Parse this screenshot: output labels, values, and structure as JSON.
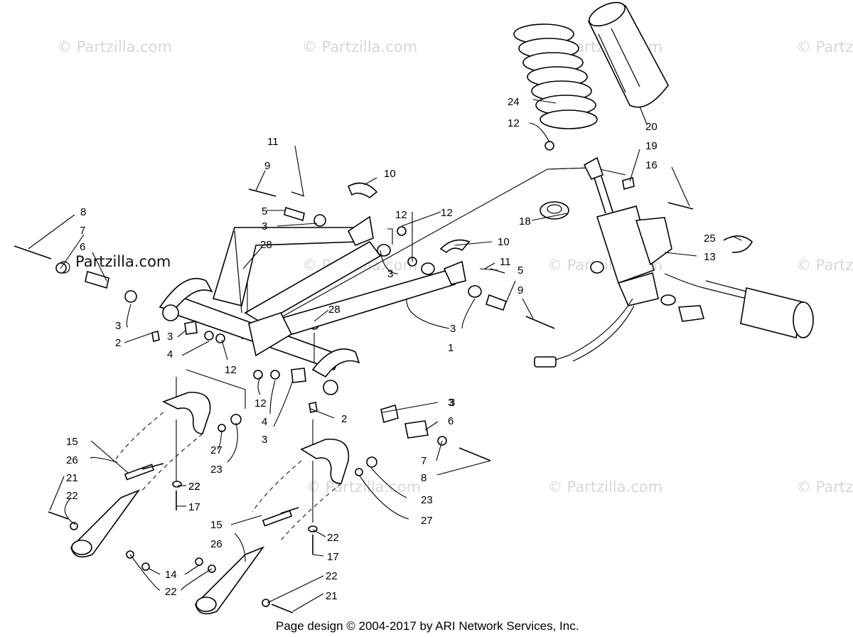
{
  "watermarks": [
    "© Partzilla.com",
    "© Partzilla.com",
    "© Partzilla.com",
    "© Partzilla.com",
    "© Partzilla.com",
    "© Partzilla.com",
    "© Partzilla.com",
    "© Partzilla.com",
    "© Partzilla.com"
  ],
  "watermark_dark": "Partzilla.com",
  "callouts": [
    "1",
    "2",
    "2",
    "3",
    "3",
    "3",
    "3",
    "3",
    "3",
    "3",
    "3",
    "4",
    "4",
    "5",
    "5",
    "6",
    "6",
    "7",
    "7",
    "8",
    "8",
    "9",
    "9",
    "10",
    "10",
    "11",
    "11",
    "12",
    "12",
    "12",
    "12",
    "12",
    "13",
    "14",
    "15",
    "15",
    "16",
    "17",
    "17",
    "18",
    "19",
    "20",
    "21",
    "21",
    "22",
    "22",
    "22",
    "22",
    "22",
    "22",
    "23",
    "23",
    "24",
    "25",
    "26",
    "26",
    "27",
    "27",
    "28",
    "28"
  ],
  "footer": "Page design © 2004-2017 by ARI Network Services, Inc."
}
